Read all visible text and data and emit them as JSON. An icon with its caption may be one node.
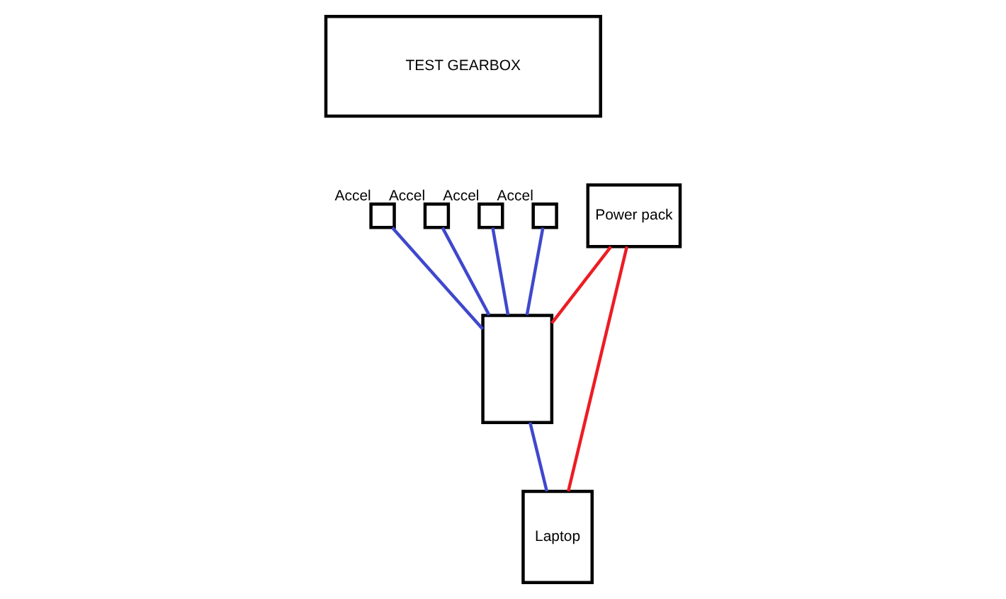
{
  "diagram": {
    "nodes": [
      {
        "text": [
          "TEST GEARBOX"
        ]
      },
      {
        "text": [],
        "shape": "box",
        "beside": [
          "Accel"
        ]
      },
      {
        "text": [],
        "shape": "box",
        "beside": [
          "Accel"
        ]
      },
      {
        "text": [],
        "shape": "box",
        "beside": [
          "Accel"
        ]
      },
      {
        "text": [],
        "shape": "box",
        "beside": [
          "Accel"
        ]
      },
      {
        "text": [],
        "shape": "box"
      },
      {
        "text": [
          "Power pack"
        ]
      },
      {
        "text": [
          "Laptop"
        ]
      }
    ],
    "edges": [
      {
        "from": 1,
        "to": 5,
        "arrow": "none"
      },
      {
        "from": 2,
        "to": 5,
        "arrow": "none"
      },
      {
        "from": 3,
        "to": 5,
        "arrow": "none"
      },
      {
        "from": 4,
        "to": 5,
        "arrow": "none"
      },
      {
        "from": 6,
        "to": 5,
        "arrow": "none",
        "color": "#ed1c24"
      },
      {
        "from": 6,
        "to": 7,
        "arrow": "none",
        "color": "#ed1c24"
      },
      {
        "from": 5,
        "to": 7,
        "arrow": "none"
      }
    ]
  }
}
